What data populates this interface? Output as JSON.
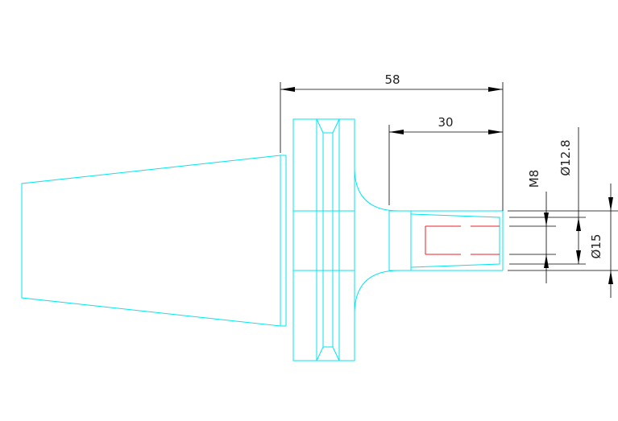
{
  "drawing": {
    "colors": {
      "part_outline": "#00e5f0",
      "hidden_thread": "#e8202a",
      "dimension": "#000000",
      "background": "#ffffff"
    },
    "dimensions": {
      "overall_length": "58",
      "shank_length": "30",
      "thread": "M8",
      "bore_diameter": "Ø12.8",
      "outer_diameter": "Ø15"
    }
  }
}
